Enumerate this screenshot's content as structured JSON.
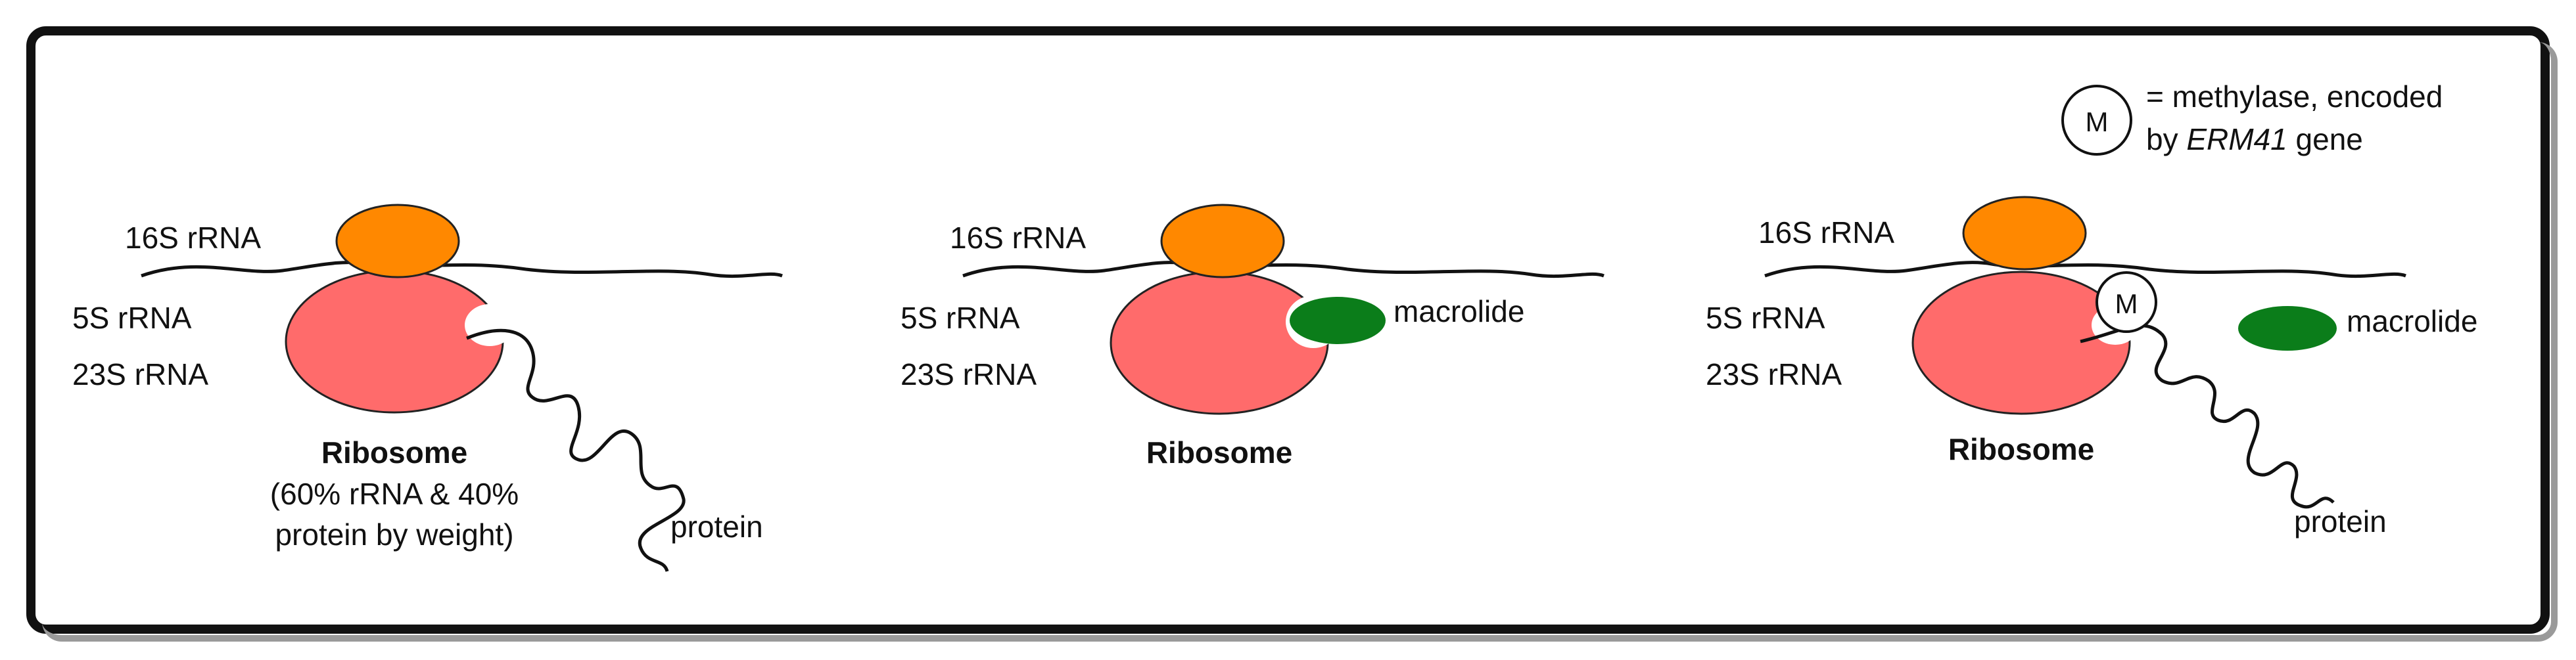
{
  "colors": {
    "ribosome": "#ff6b6b",
    "small_subunit": "#ff8800",
    "macrolide": "#0b7d1a",
    "line": "#111111",
    "background": "#ffffff"
  },
  "panels": [
    {
      "rrna_16s": "16S rRNA",
      "rrna_5s": "5S rRNA",
      "rrna_23s": "23S rRNA",
      "ribosome": "Ribosome",
      "composition_line1": "(60% rRNA & 40%",
      "composition_line2": "protein by weight)",
      "protein": "protein"
    },
    {
      "rrna_16s": "16S rRNA",
      "rrna_5s": "5S rRNA",
      "rrna_23s": "23S rRNA",
      "ribosome": "Ribosome",
      "macrolide": "macrolide"
    },
    {
      "rrna_16s": "16S rRNA",
      "rrna_5s": "5S rRNA",
      "rrna_23s": "23S rRNA",
      "ribosome": "Ribosome",
      "macrolide": "macrolide",
      "protein": "protein",
      "methylase_symbol": "M"
    }
  ],
  "legend": {
    "symbol": "M",
    "line1": "= methylase, encoded",
    "line2_prefix": "by ",
    "line2_gene": "ERM41",
    "line2_suffix": " gene"
  }
}
